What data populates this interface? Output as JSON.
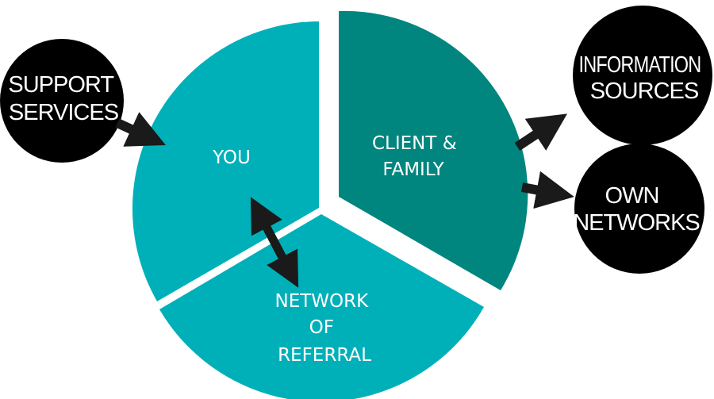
{
  "diagram": {
    "segments": [
      {
        "id": "you",
        "lines": [
          "YOU"
        ],
        "color": "#00b0b9"
      },
      {
        "id": "client-family",
        "lines": [
          "CLIENT &",
          "FAMILY"
        ],
        "color": "#00857f"
      },
      {
        "id": "network-of-referral",
        "lines": [
          "NETWORK",
          "OF",
          "REFERRAL"
        ],
        "color": "#00b0b9"
      }
    ],
    "nodes": [
      {
        "id": "support-services",
        "lines": [
          "SUPPORT",
          "SERVICES"
        ]
      },
      {
        "id": "information-sources",
        "lines": [
          "INFORMATION",
          "SOURCES"
        ]
      },
      {
        "id": "own-networks",
        "lines": [
          "OWN",
          "NETWORKS"
        ]
      }
    ],
    "edges": [
      {
        "from": "support-services",
        "to": "you",
        "type": "one-way"
      },
      {
        "from": "client-family",
        "to": "information-sources",
        "type": "one-way"
      },
      {
        "from": "client-family",
        "to": "own-networks",
        "type": "one-way"
      },
      {
        "from": "you",
        "to": "network-of-referral",
        "type": "two-way"
      }
    ],
    "colors": {
      "node_fill": "#000000",
      "arrow": "#1a1a1a",
      "text": "#ffffff"
    }
  }
}
